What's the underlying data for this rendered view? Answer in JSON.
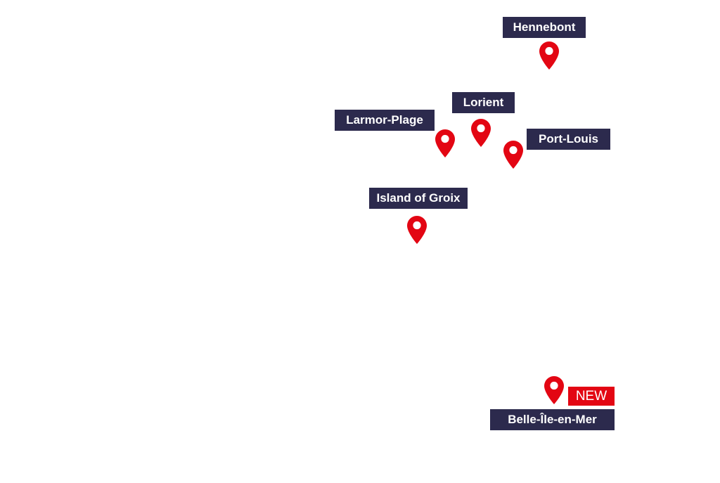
{
  "map": {
    "colors": {
      "background": "#ffffff",
      "label_background": "#2c2a4d",
      "label_text": "#ffffff",
      "pin": "#e30613",
      "badge_background": "#e30613"
    },
    "marker_icon": "map-pin-icon",
    "locations": [
      {
        "id": "hennebont",
        "name": "Hennebont"
      },
      {
        "id": "lorient",
        "name": "Lorient"
      },
      {
        "id": "larmor-plage",
        "name": "Larmor-Plage"
      },
      {
        "id": "port-louis",
        "name": "Port-Louis"
      },
      {
        "id": "island-of-groix",
        "name": "Island of Groix"
      },
      {
        "id": "belle-ile-en-mer",
        "name": "Belle-Île-en-Mer",
        "badge": "NEW"
      }
    ]
  }
}
